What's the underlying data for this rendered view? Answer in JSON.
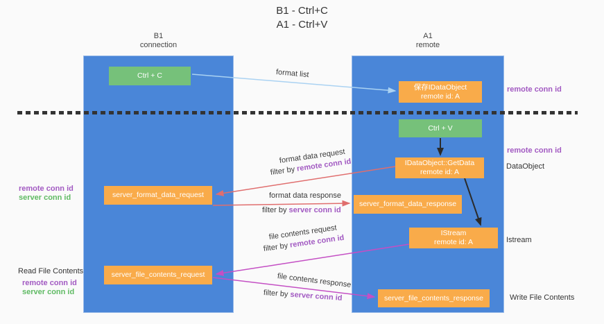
{
  "title": {
    "line1": "B1 - Ctrl+C",
    "line2": "A1 - Ctrl+V"
  },
  "lifelines": {
    "b1": {
      "name": "B1",
      "role": "connection"
    },
    "a1": {
      "name": "A1",
      "role": "remote"
    }
  },
  "boxes": {
    "ctrl_c": {
      "label": "Ctrl + C"
    },
    "ctrl_v": {
      "label": "Ctrl + V"
    },
    "save_idataobject": {
      "line1": "保存IDataObject",
      "line2": "remote id: A"
    },
    "getdata": {
      "line1": "IDataObject::GetData",
      "line2": "remote id: A"
    },
    "istream": {
      "line1": "IStream",
      "line2": "remote id: A"
    },
    "format_request": {
      "label": "server_format_data_request"
    },
    "format_response": {
      "label": "server_format_data_response"
    },
    "file_request": {
      "label": "server_file_contents_request"
    },
    "file_response": {
      "label": "server_file_contents_response"
    }
  },
  "arrows": {
    "format_list": {
      "label": "format list"
    },
    "format_data_request": {
      "label": "format data request",
      "filter_prefix": "filter by ",
      "filter_key": "remote conn id"
    },
    "format_data_response": {
      "label": "format data response",
      "filter_prefix": "filter by ",
      "filter_key": "server conn id"
    },
    "file_contents_request": {
      "label": "file contents request",
      "filter_prefix": "filter by ",
      "filter_key": "remote conn id"
    },
    "file_contents_response": {
      "label": "file contents response",
      "filter_prefix": "filter by ",
      "filter_key": "server conn id"
    }
  },
  "margin_labels": {
    "left": {
      "format_remote": "remote conn id",
      "format_server": "server conn id",
      "read_file_contents": "Read File Contents",
      "file_remote": "remote conn id",
      "file_server": "server conn id"
    },
    "right": {
      "remote_conn_id_top": "remote conn id",
      "remote_conn_id_mid": "remote conn id",
      "dataobject": "DataObject",
      "istream": "Istream",
      "write_file_contents": "Write File Contents"
    }
  },
  "colors": {
    "lifeline_blue": "#4a86d8",
    "box_orange": "#f9ab4a",
    "box_green": "#76c17a",
    "conn_id_purple": "#a25ac2",
    "conn_id_green": "#5fba63",
    "arrow_red": "#e06e6e",
    "arrow_magenta": "#c44fc4",
    "arrow_light_blue": "#aad2f2",
    "arrow_black": "#2b2b2b",
    "divider": "#333333",
    "background": "#fafafa"
  }
}
